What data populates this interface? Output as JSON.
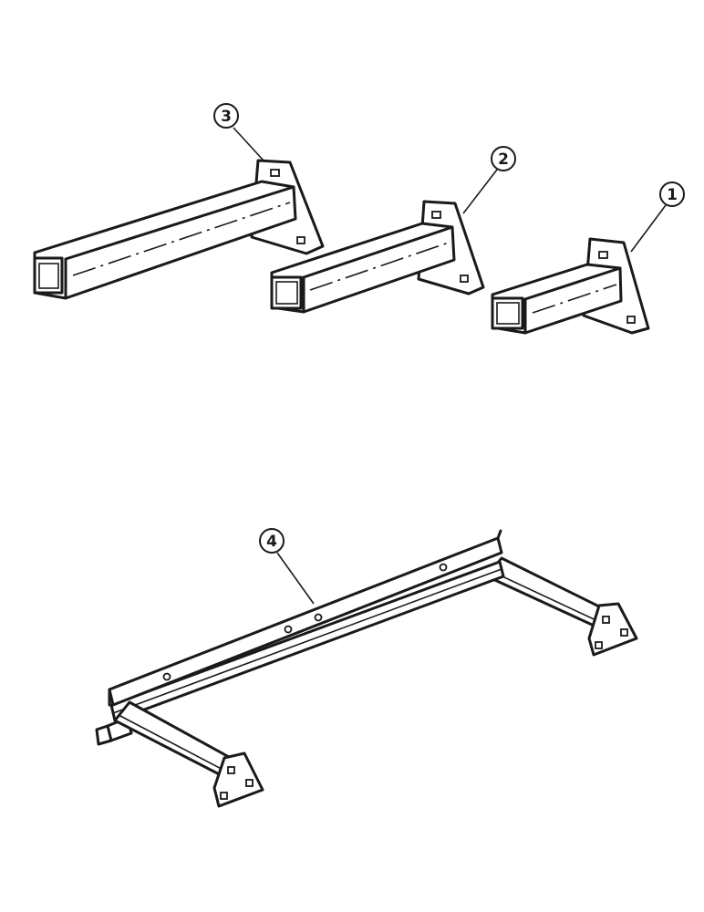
{
  "callouts": {
    "c1": "1",
    "c2": "2",
    "c3": "3",
    "c4": "4"
  },
  "colors": {
    "ink": "#1a1a1a",
    "paper": "#ffffff"
  }
}
